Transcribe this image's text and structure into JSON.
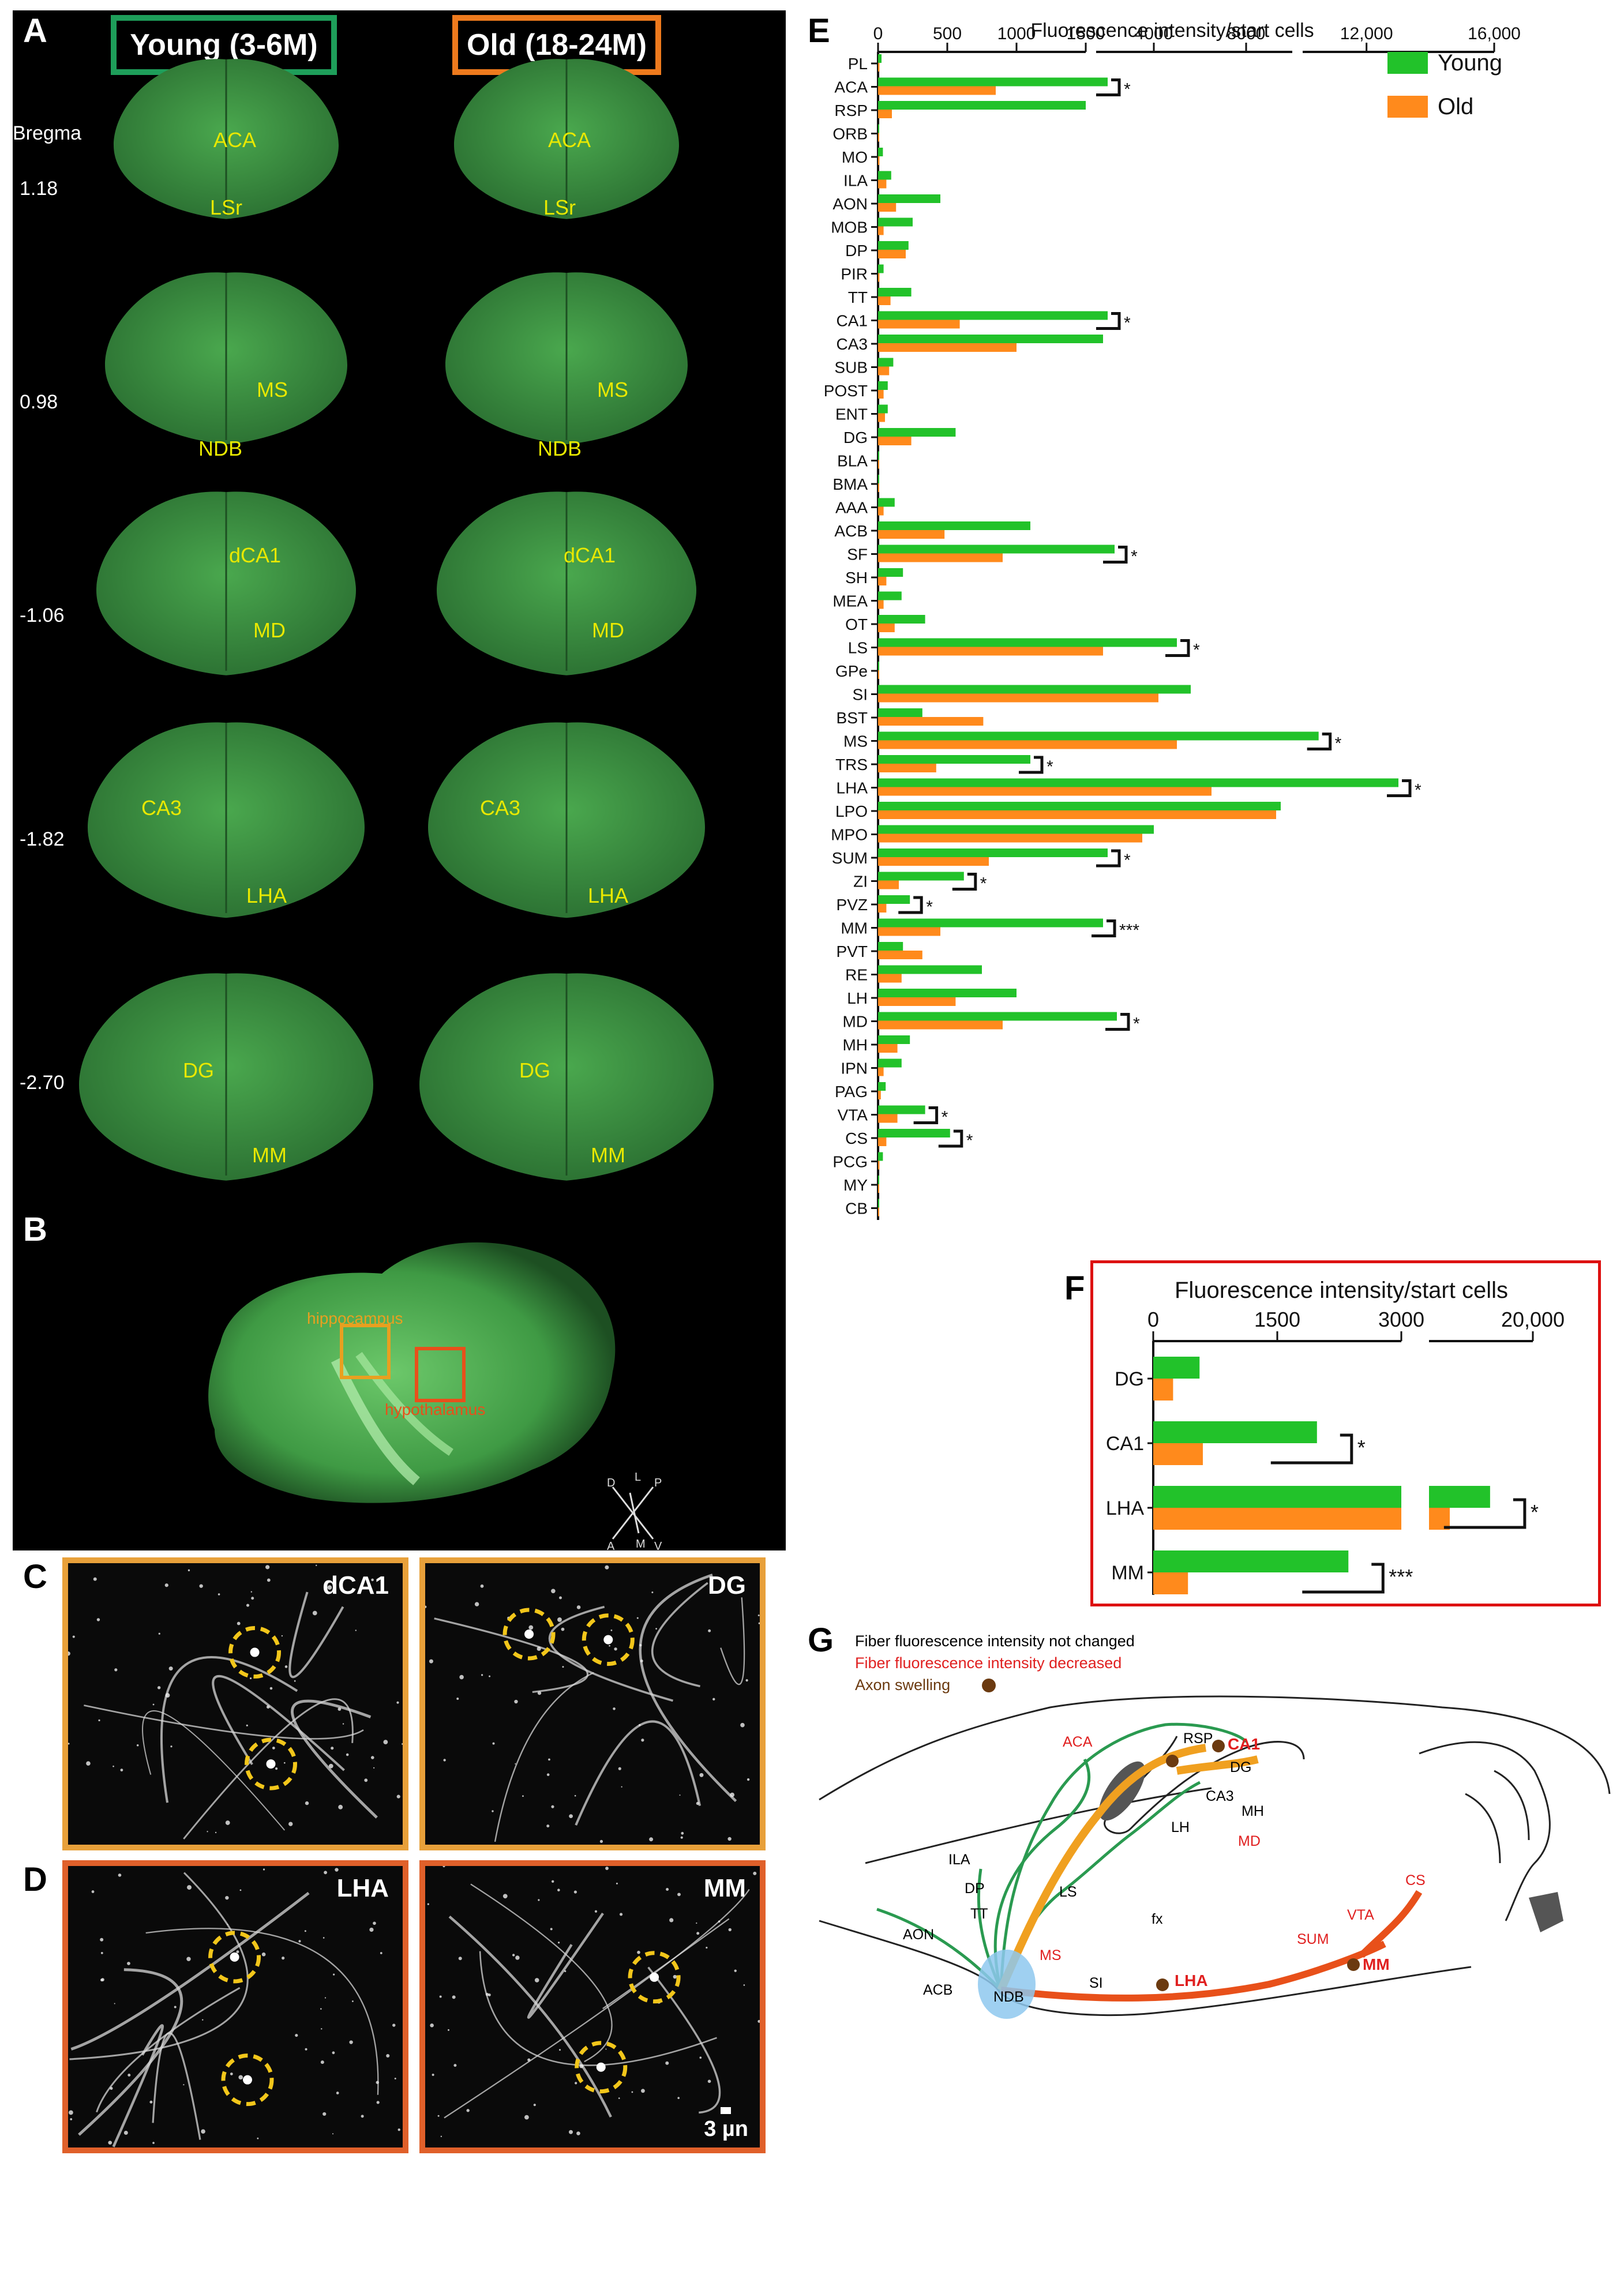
{
  "panel_letters": {
    "a": "A",
    "b": "B",
    "c": "C",
    "d": "D",
    "e": "E",
    "f": "F",
    "g": "G"
  },
  "panelA": {
    "young_label": "Young (3-6M)",
    "old_label": "Old (18-24M)",
    "bregma_title": "Bregma",
    "bregma_values": [
      "1.18",
      "0.98",
      "-1.06",
      "-1.82",
      "-2.70"
    ],
    "labels": [
      "ACA",
      "LSr",
      "MS",
      "NDB",
      "dCA1",
      "MD",
      "CA3",
      "LHA",
      "DG",
      "MM"
    ],
    "colors": {
      "young": "#1e9e5a",
      "old": "#ee7a1d",
      "brain": "#3e9a46"
    }
  },
  "panelB": {
    "hippocampus": "hippocampus",
    "hypothalamus": "hypothalamus",
    "axes": [
      "D",
      "L",
      "P",
      "A",
      "M",
      "V"
    ]
  },
  "panelC": {
    "left": "dCA1",
    "right": "DG"
  },
  "panelD": {
    "left": "LHA",
    "right": "MM",
    "scale": "3 µn"
  },
  "chart_data": [
    {
      "type": "bar",
      "title": "Fluorescence intensity/start cells",
      "axis": "horizontal, broken x-axis on top",
      "x_ticks": [
        "0",
        "500",
        "1000",
        "1500",
        "4000",
        "8000",
        "12,000",
        "16,000"
      ],
      "legend": [
        "Young",
        "Old"
      ],
      "legend_position": "top-right",
      "colors": {
        "Young": "#22c22a",
        "Old": "#ff8a1c"
      },
      "categories": [
        "PL",
        "ACA",
        "RSP",
        "ORB",
        "MO",
        "ILA",
        "AON",
        "MOB",
        "DP",
        "PIR",
        "TT",
        "CA1",
        "CA3",
        "SUB",
        "POST",
        "ENT",
        "DG",
        "BLA",
        "BMA",
        "AAA",
        "ACB",
        "SF",
        "SH",
        "MEA",
        "OT",
        "LS",
        "GPe",
        "SI",
        "BST",
        "MS",
        "TRS",
        "LHA",
        "LPO",
        "MPO",
        "SUM",
        "ZI",
        "PVZ",
        "MM",
        "PVT",
        "RE",
        "LH",
        "MD",
        "MH",
        "IPN",
        "PAG",
        "VTA",
        "CS",
        "PCG",
        "MY",
        "CB"
      ],
      "series": [
        {
          "name": "Young",
          "values": [
            25,
            2000,
            1500,
            5,
            35,
            95,
            450,
            250,
            220,
            40,
            240,
            2000,
            1800,
            110,
            70,
            70,
            560,
            5,
            8,
            120,
            1100,
            2300,
            180,
            170,
            340,
            5000,
            5,
            5600,
            320,
            10500,
            1100,
            13000,
            9500,
            4000,
            2000,
            620,
            230,
            1800,
            180,
            750,
            1000,
            2400,
            230,
            170,
            55,
            340,
            520,
            35,
            5,
            5
          ]
        },
        {
          "name": "Old",
          "values": [
            10,
            850,
            100,
            5,
            10,
            60,
            130,
            40,
            200,
            10,
            90,
            590,
            1000,
            80,
            40,
            50,
            240,
            5,
            5,
            40,
            480,
            900,
            60,
            40,
            120,
            1800,
            5,
            4200,
            760,
            5000,
            420,
            6500,
            9300,
            3500,
            800,
            150,
            60,
            450,
            320,
            170,
            560,
            900,
            140,
            40,
            20,
            140,
            60,
            10,
            5,
            5
          ]
        }
      ],
      "significance": {
        "ACA": "*",
        "CA1": "*",
        "SF": "*",
        "LS": "*",
        "MS": "*",
        "TRS": "*",
        "LHA": "*",
        "SUM": "*",
        "ZI": "*",
        "PVZ": "*",
        "MM": "***",
        "MD": "*",
        "VTA": "*",
        "CS": "*"
      }
    },
    {
      "type": "bar",
      "title": "Fluorescence intensity/start cells",
      "axis": "horizontal, broken x-axis on top",
      "x_ticks": [
        "0",
        "1500",
        "3000",
        "20,000"
      ],
      "categories": [
        "DG",
        "CA1",
        "LHA",
        "MM"
      ],
      "series": [
        {
          "name": "Young",
          "values": [
            560,
            1980,
            13000,
            2360
          ]
        },
        {
          "name": "Old",
          "values": [
            240,
            600,
            6400,
            420
          ]
        }
      ],
      "significance": {
        "CA1": "*",
        "LHA": "*",
        "MM": "***"
      }
    }
  ],
  "panelG": {
    "legend": [
      "Fiber fluorescence intensity not changed",
      "Fiber fluorescence intensity decreased",
      "Axon swelling"
    ],
    "legend_colors": [
      "#111111",
      "#e02020",
      "#6b3a10"
    ],
    "labels_black": [
      "RSP",
      "DG",
      "CA3",
      "LH",
      "MH",
      "ILA",
      "DP",
      "TT",
      "LS",
      "fx",
      "AON",
      "ACB",
      "SI",
      "NDB"
    ],
    "labels_red": [
      "ACA",
      "MD",
      "MS",
      "SUM",
      "VTA",
      "CS"
    ],
    "labels_red_bold": [
      "CA1",
      "LHA",
      "MM"
    ]
  }
}
